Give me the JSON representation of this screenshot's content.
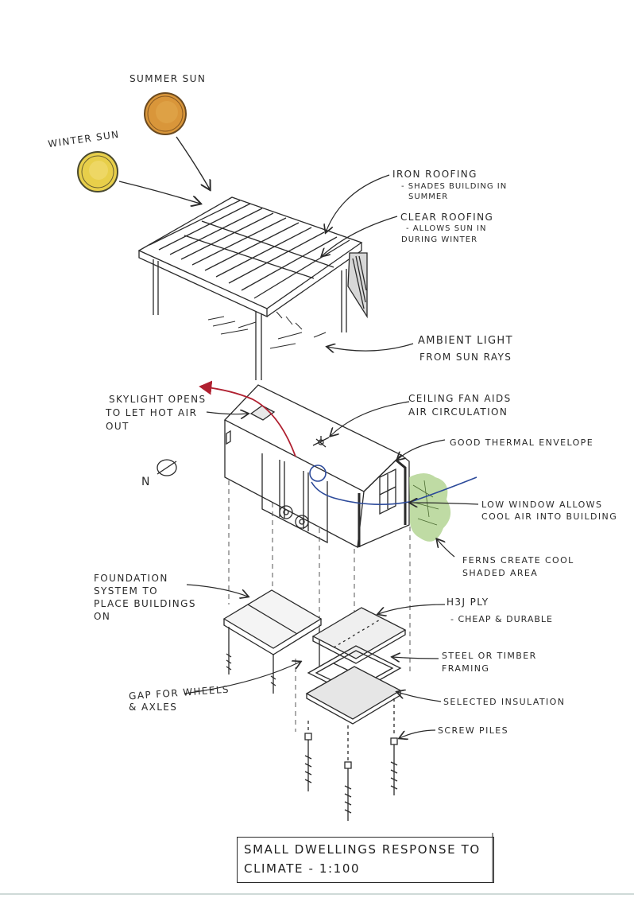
{
  "labels": {
    "summer_sun": "SUMMER SUN",
    "winter_sun": "WINTER SUN",
    "iron_roofing": "IRON ROOFING",
    "iron_roofing_note_1": "- SHADES BUILDING IN",
    "iron_roofing_note_2": "SUMMER",
    "clear_roofing": "CLEAR ROOFING",
    "clear_roofing_note_1": "- ALLOWS SUN IN",
    "clear_roofing_note_2": "DURING WINTER",
    "ambient_1": "AMBIENT LIGHT",
    "ambient_2": "FROM SUN RAYS",
    "skylight_1": "SKYLIGHT OPENS",
    "skylight_2": "TO LET HOT AIR",
    "skylight_3": "OUT",
    "fan_1": "CEILING FAN AIDS",
    "fan_2": "AIR CIRCULATION",
    "thermal": "GOOD THERMAL ENVELOPE",
    "window_1": "LOW WINDOW ALLOWS",
    "window_2": "COOL AIR INTO BUILDING",
    "ferns_1": "FERNS CREATE COOL",
    "ferns_2": "SHADED AREA",
    "foundation_1": "FOUNDATION",
    "foundation_2": "SYSTEM TO",
    "foundation_3": "PLACE BUILDINGS",
    "foundation_4": "ON",
    "ply_1": "H3J PLY",
    "ply_2": "- CHEAP & DURABLE",
    "framing_1": "STEEL OR TIMBER",
    "framing_2": "FRAMING",
    "insulation": "SELECTED INSULATION",
    "piles": "SCREW PILES",
    "gap_1": "GAP FOR WHEELS",
    "gap_2": "& AXLES",
    "north": "N"
  },
  "title": {
    "line_1": "SMALL DWELLINGS RESPONSE TO",
    "line_2": "CLIMATE - 1:100"
  },
  "colors": {
    "ink": "#2a2a2a",
    "summer_sun": "#d9963a",
    "winter_sun": "#e8cf4a",
    "hot_air_arrow": "#b02030",
    "cool_air_line": "#2c4a9a",
    "ferns": "#a9cf85",
    "paper": "#ffffff"
  }
}
